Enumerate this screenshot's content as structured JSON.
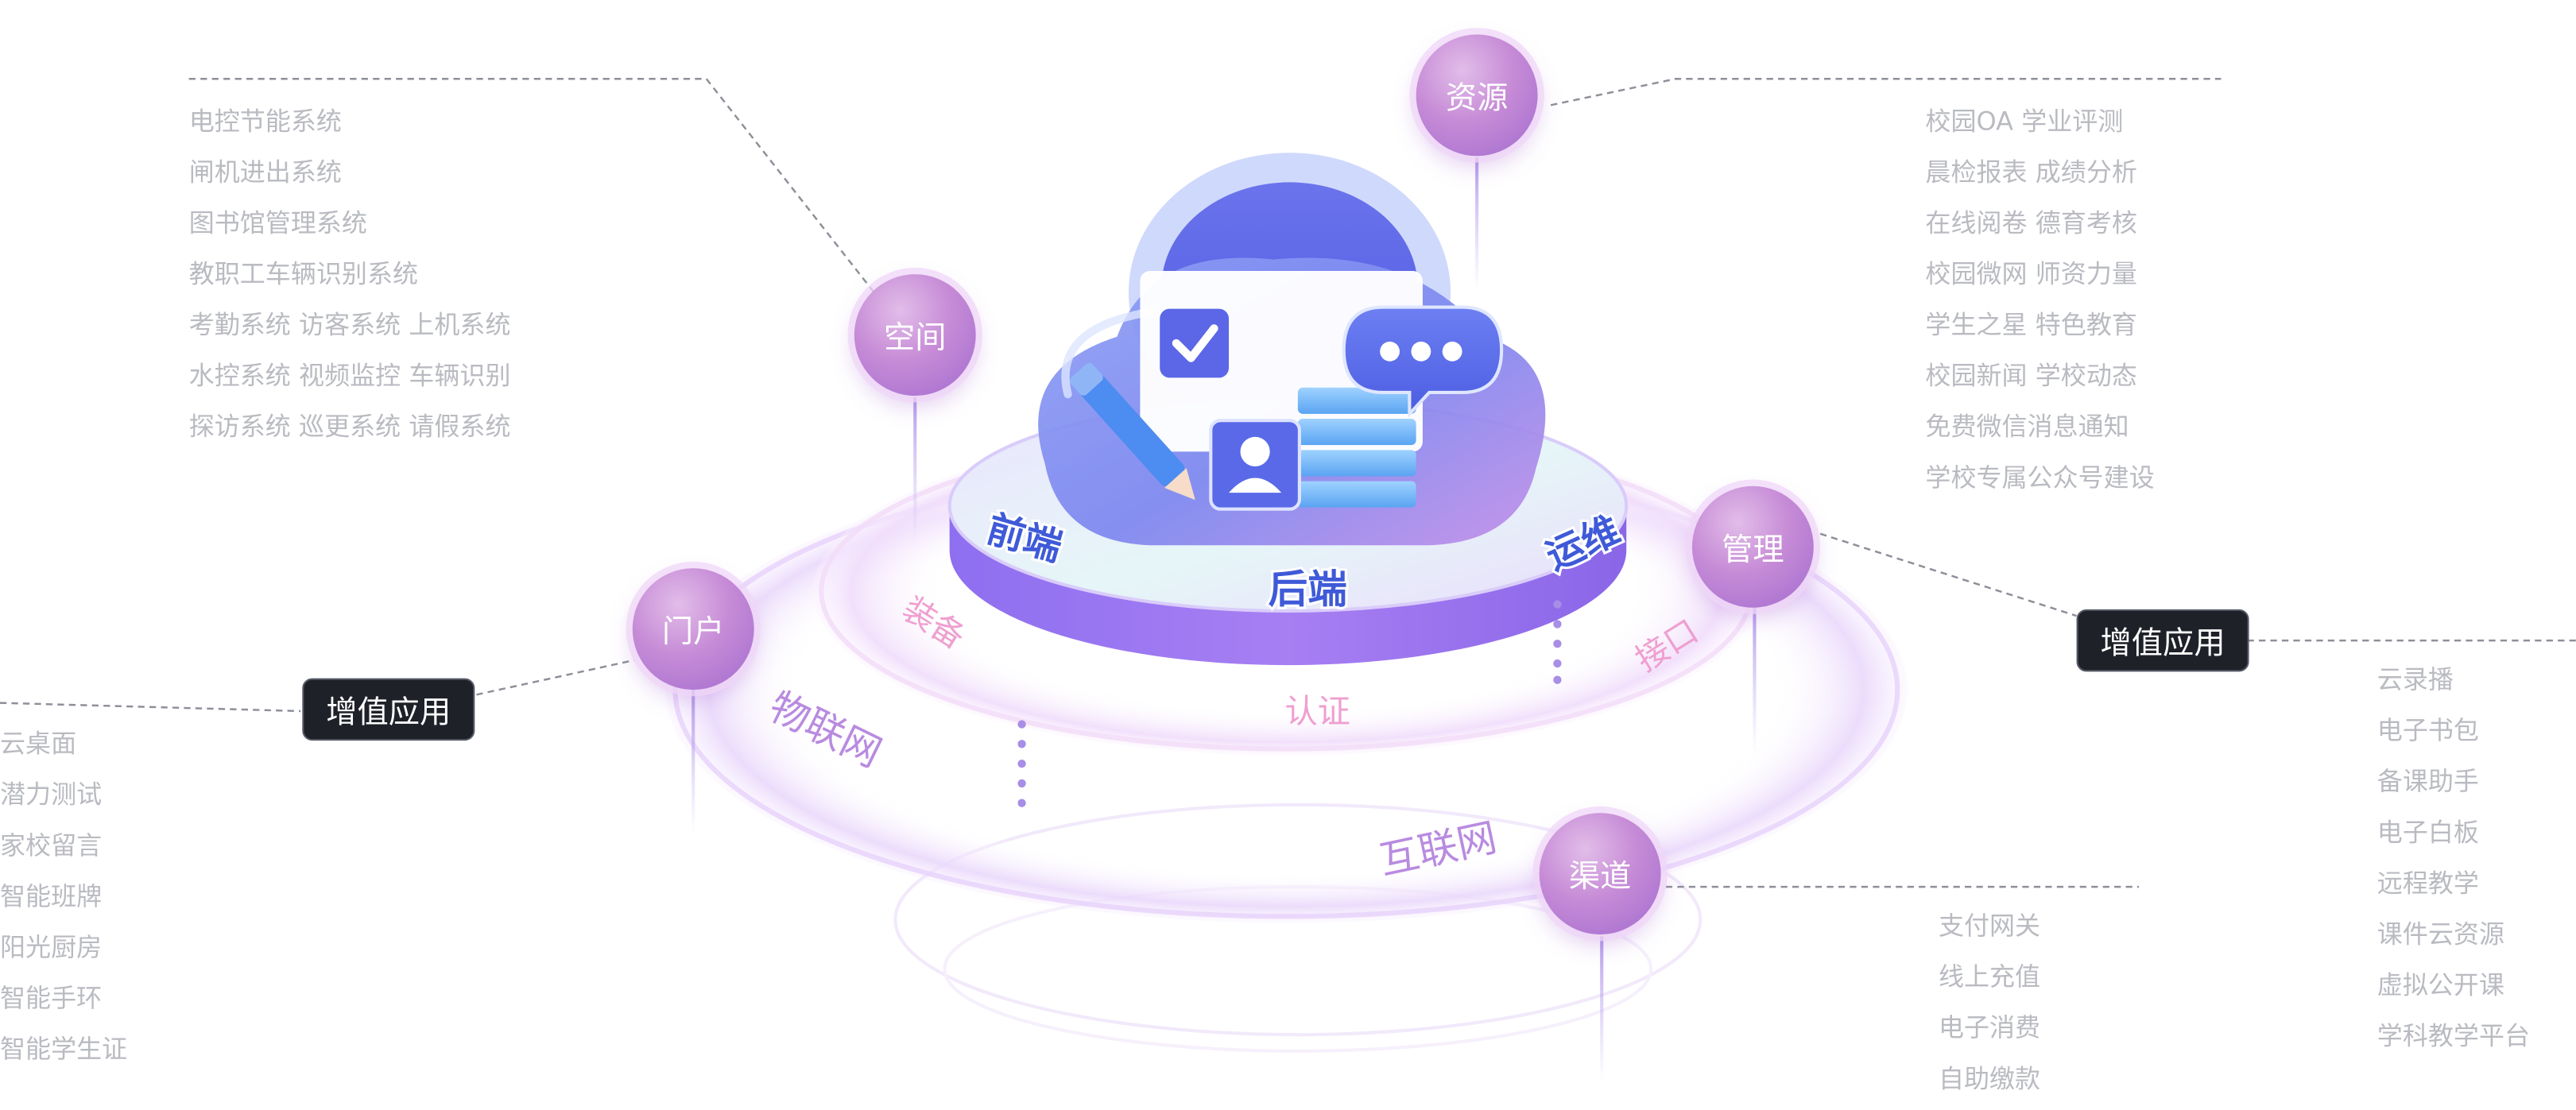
{
  "nodes": {
    "resource": "资源",
    "space": "空间",
    "manage": "管理",
    "portal": "门户",
    "channel": "渠道"
  },
  "tags": {
    "right": "增值应用",
    "left": "增值应用"
  },
  "platform": {
    "front": "前端",
    "back": "后端",
    "ops": "运维"
  },
  "rings": {
    "equipment": "装备",
    "auth": "认证",
    "api": "接口",
    "iot": "物联网",
    "internet": "互联网"
  },
  "lists": {
    "space": [
      "电控节能系统",
      "闸机进出系统",
      "图书馆管理系统",
      "教职工车辆识别系统",
      "考勤系统  访客系统  上机系统",
      "水控系统  视频监控  车辆识别",
      "探访系统  巡更系统  请假系统"
    ],
    "resource": [
      "校园OA  学业评测",
      "晨检报表  成绩分析",
      "在线阅卷  德育考核",
      "校园微网  师资力量",
      "学生之星  特色教育",
      "校园新闻  学校动态",
      "免费微信消息通知",
      "学校专属公众号建设"
    ],
    "portal": [
      "云桌面",
      "潜力测试",
      "家校留言",
      "智能班牌",
      "阳光厨房",
      "智能手环",
      "智能学生证"
    ],
    "manage": [
      "云录播",
      "电子书包",
      "备课助手",
      "电子白板",
      "远程教学",
      "课件云资源",
      "虚拟公开课",
      "学科教学平台"
    ],
    "channel": [
      "支付网关",
      "线上充值",
      "电子消费",
      "自助缴款"
    ]
  },
  "colors": {
    "node": "#b87fd6",
    "pill_bg": "#1f2129",
    "list_text": "#b9bbc1",
    "platform_text": "#3f5ad8",
    "ring_text": "#ef9fd0",
    "ring_outer_text": "#b98be0"
  },
  "icons": [
    "document-check-icon",
    "pencil-icon",
    "user-card-icon",
    "chat-bubble-icon",
    "stack-icon",
    "cloud-icon"
  ]
}
